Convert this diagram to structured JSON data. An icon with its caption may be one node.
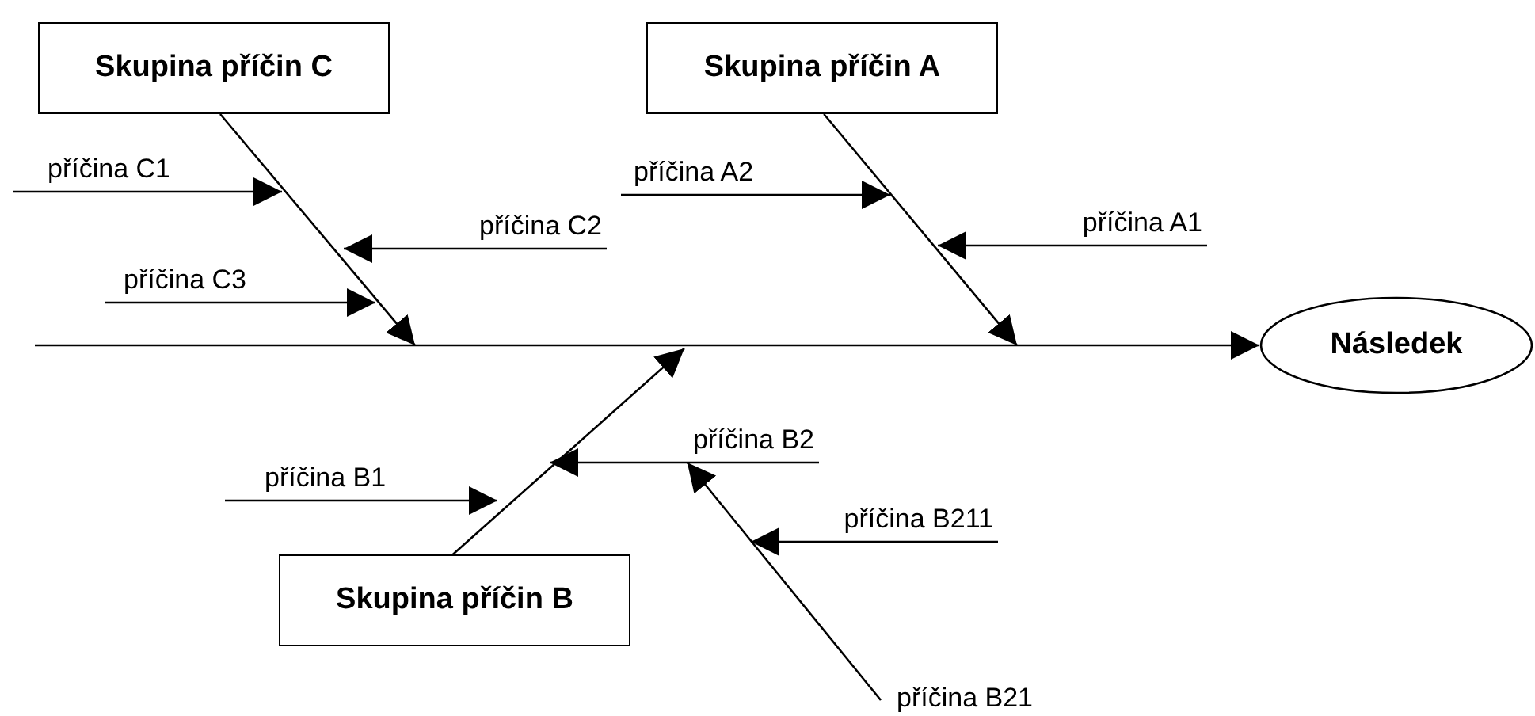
{
  "diagram": {
    "nodes": [
      {
        "text": [
          "Skupina příčin C"
        ]
      },
      {
        "text": [
          "Skupina příčin A"
        ]
      },
      {
        "text": [
          "příčina C1"
        ]
      },
      {
        "text": [
          "příčina C2"
        ]
      },
      {
        "text": [
          "příčina A2"
        ]
      },
      {
        "text": [
          "příčina A1"
        ]
      },
      {
        "text": [
          "příčina C3"
        ]
      },
      {
        "text": [
          "Následek"
        ]
      },
      {
        "text": [
          "příčina B2"
        ]
      },
      {
        "text": [
          "příčina B1"
        ]
      },
      {
        "text": [
          "příčina B211"
        ]
      },
      {
        "text": [
          "Skupina příčin B"
        ]
      },
      {
        "text": [
          "příčina B21"
        ]
      }
    ],
    "edges": [
      {
        "from": null,
        "to": 7,
        "arrow": "to"
      },
      {
        "from": 0,
        "to": null,
        "arrow": "to"
      },
      {
        "from": 1,
        "to": null,
        "arrow": "to"
      },
      {
        "from": 11,
        "to": null,
        "arrow": "to"
      },
      {
        "from": 2,
        "to": null,
        "arrow": "to"
      },
      {
        "from": 3,
        "to": null,
        "arrow": "to"
      },
      {
        "from": 6,
        "to": null,
        "arrow": "to"
      },
      {
        "from": 4,
        "to": null,
        "arrow": "to"
      },
      {
        "from": 5,
        "to": null,
        "arrow": "to"
      },
      {
        "from": 9,
        "to": null,
        "arrow": "to"
      },
      {
        "from": 8,
        "to": null,
        "arrow": "to"
      },
      {
        "from": 12,
        "to": 8,
        "arrow": "to"
      },
      {
        "from": 10,
        "to": null,
        "arrow": "to"
      }
    ]
  }
}
